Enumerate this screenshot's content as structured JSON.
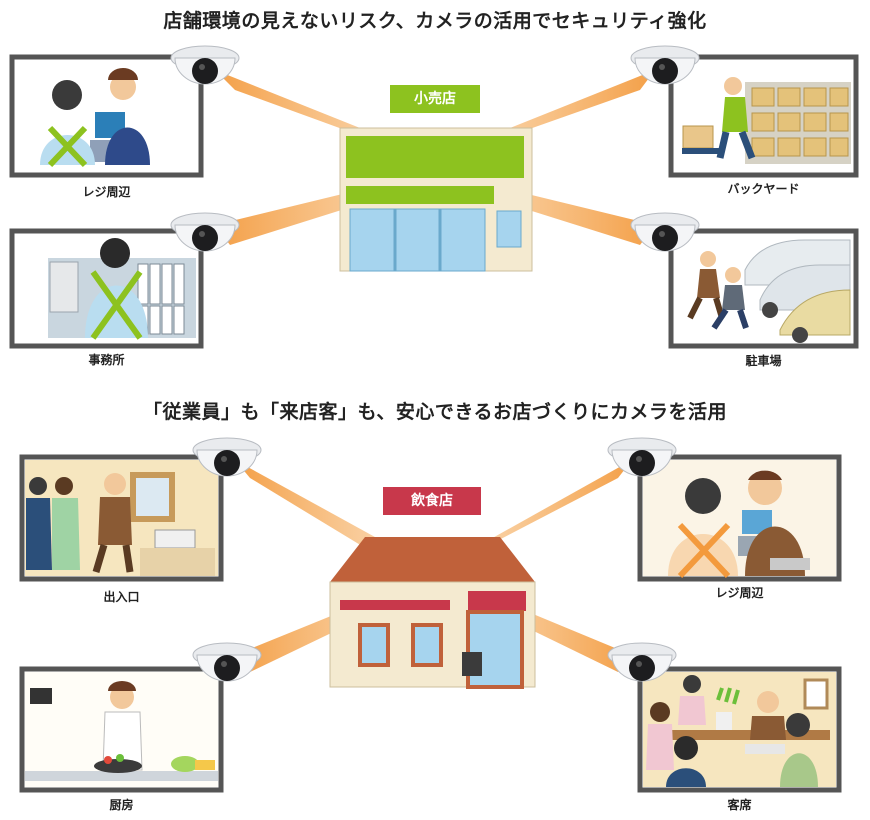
{
  "section1": {
    "heading": "店舗環境の見えないリスク、カメラの活用でセキュリティ強化",
    "store_label": "小売店",
    "panels": [
      "レジ周辺",
      "バックヤード",
      "事務所",
      "駐車場"
    ]
  },
  "section2": {
    "heading": "「従業員」も「来店客」も、安心できるお店づくりにカメラを活用",
    "store_label": "飲食店",
    "panels": [
      "出入口",
      "レジ周辺",
      "厨房",
      "客席"
    ]
  },
  "colors": {
    "retail_green": "#8dc21f",
    "restaurant_red": "#c8384b",
    "beam_orange": "#f39a3d",
    "frame_gray": "#555555"
  },
  "icons": [
    "dome-camera-icon",
    "shopper-figure",
    "worker-figure",
    "car-icon",
    "cook-figure"
  ]
}
